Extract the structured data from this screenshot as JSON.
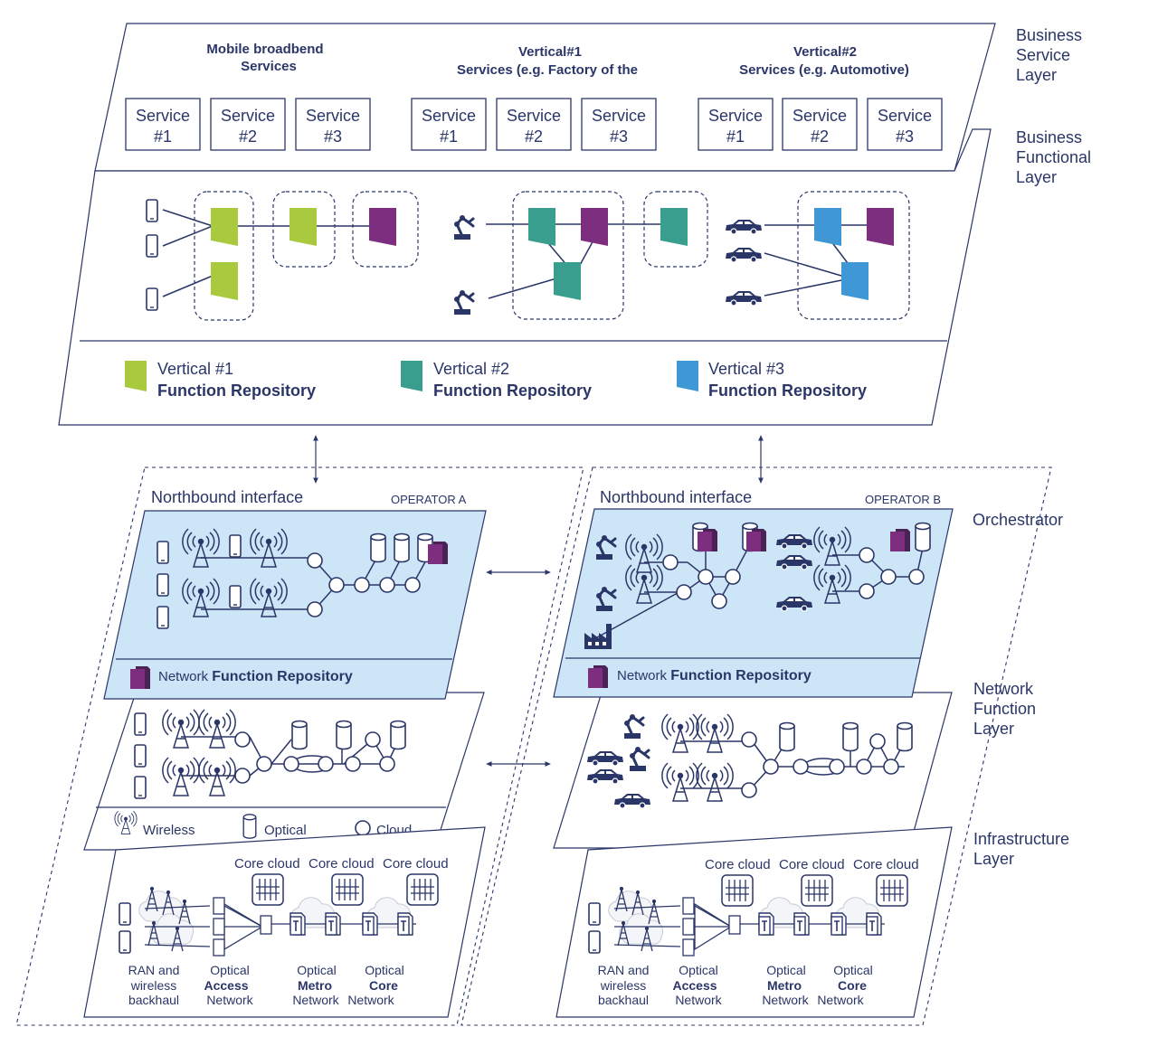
{
  "layers": {
    "business_service": [
      "Business",
      "Service",
      "Layer"
    ],
    "business_functional": [
      "Business",
      "Functional",
      "Layer"
    ],
    "orchestrator": [
      "Orchestrator"
    ],
    "network_function": [
      "Network",
      "Function",
      "Layer"
    ],
    "infrastructure": [
      "Infrastructure",
      "Layer"
    ]
  },
  "service_groups": [
    {
      "title": [
        "Mobile broadbend",
        "Services"
      ],
      "services": [
        [
          "Service",
          "#1"
        ],
        [
          "Service",
          "#2"
        ],
        [
          "Service",
          "#3"
        ]
      ]
    },
    {
      "title": [
        "Vertical#1",
        "Services (e.g. Factory of the"
      ],
      "services": [
        [
          "Service",
          "#1"
        ],
        [
          "Service",
          "#2"
        ],
        [
          "Service",
          "#3"
        ]
      ]
    },
    {
      "title": [
        "Vertical#2",
        "Services (e.g. Automotive)"
      ],
      "services": [
        [
          "Service",
          "#1"
        ],
        [
          "Service",
          "#2"
        ],
        [
          "Service",
          "#3"
        ]
      ]
    }
  ],
  "repositories": [
    {
      "line1": "Vertical #1",
      "line2": "Function Repository",
      "color": "#a9c93e"
    },
    {
      "line1": "Vertical #2",
      "line2": "Function Repository",
      "color": "#3a9e8e"
    },
    {
      "line1": "Vertical #3",
      "line2": "Function Repository",
      "color": "#3f97d6"
    }
  ],
  "function_colors": {
    "green": "#a9c93e",
    "teal": "#3a9e8e",
    "blue": "#3f97d6",
    "purple": "#7d2e7e"
  },
  "operators": [
    {
      "northbound": "Northbound interface",
      "name": "OPERATOR A",
      "repo_prefix": "Network ",
      "repo_bold": "Function Repository"
    },
    {
      "northbound": "Northbound interface",
      "name": "OPERATOR B",
      "repo_prefix": "Network ",
      "repo_bold": "Function Repository"
    }
  ],
  "legend": {
    "wireless": "Wireless",
    "optical": "Optical",
    "cloud": "Cloud"
  },
  "infrastructure": {
    "core_cloud": "Core cloud",
    "ran": [
      "RAN and",
      "wireless",
      "backhaul"
    ],
    "access": [
      "Optical",
      "Access",
      "Network"
    ],
    "metro": [
      "Optical",
      "Metro",
      "Network"
    ],
    "core": [
      "Optical",
      "Core",
      "Network"
    ]
  },
  "colors": {
    "navy": "#2b3668",
    "orchestrator_fill": "#cde6f7",
    "border": "#2b3668"
  }
}
